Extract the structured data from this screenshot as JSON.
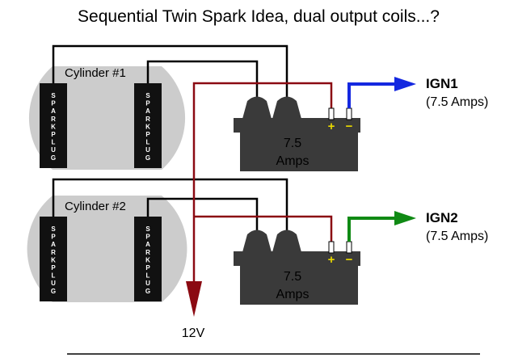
{
  "title": "Sequential Twin Spark Idea, dual output coils...?",
  "cylinders": [
    {
      "label": "Cylinder #1",
      "plug_text": "SPARKPLUG"
    },
    {
      "label": "Cylinder #2",
      "plug_text": "SPARKPLUG"
    }
  ],
  "coils": [
    {
      "value": "7.5",
      "unit": "Amps",
      "output_label": "IGN1",
      "output_rating": "(7.5 Amps)",
      "output_color": "#1428e0"
    },
    {
      "value": "7.5",
      "unit": "Amps",
      "output_label": "IGN2",
      "output_rating": "(7.5 Amps)",
      "output_color": "#108a14"
    }
  ],
  "supply": {
    "label": "12V",
    "wire_color": "#8b0a12"
  },
  "terminal_symbols": {
    "positive": "+",
    "negative": "−"
  },
  "colors": {
    "cylinder_fill": "#cccccc",
    "coil_fill": "#3a3a3a",
    "terminal_bar": "#e8d800",
    "plug_fill": "#111111"
  }
}
